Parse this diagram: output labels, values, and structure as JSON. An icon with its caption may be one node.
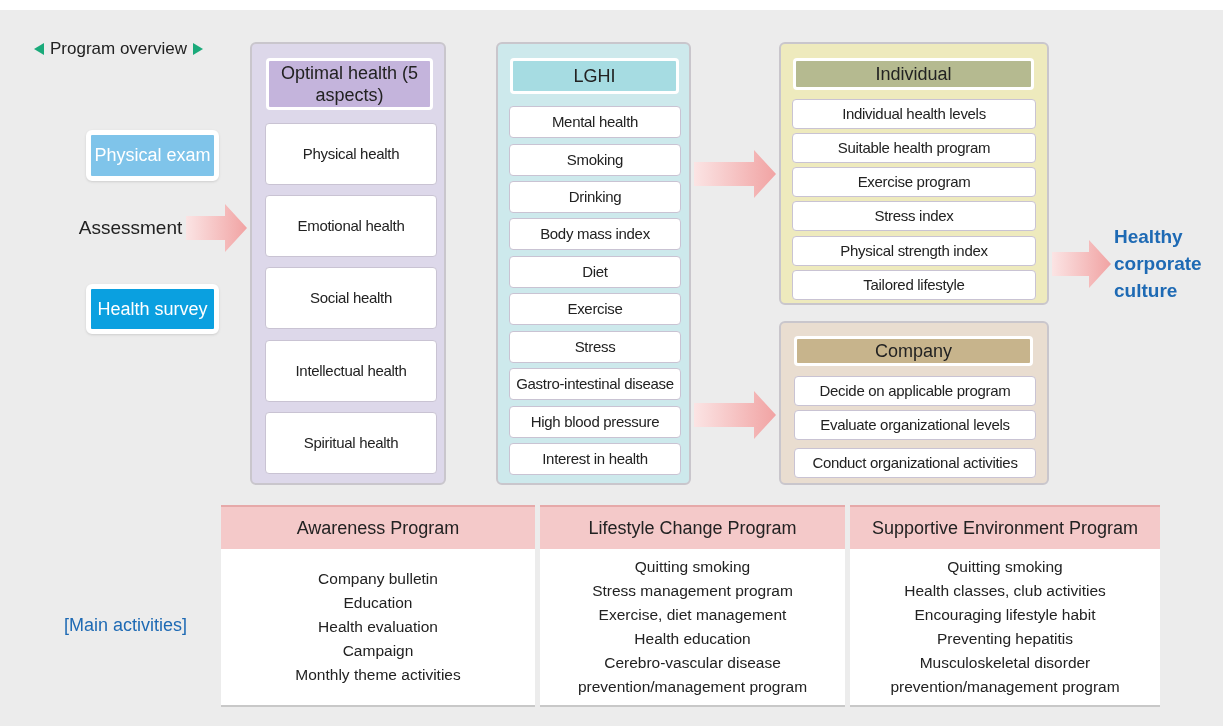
{
  "diagram": {
    "title": "Program overview",
    "nodes": [
      {
        "text": [
          "Physical exam"
        ]
      },
      {
        "text": [
          "Assessment"
        ]
      },
      {
        "text": [
          "Health survey"
        ]
      },
      {
        "text": [
          "Optimal health (5 aspects)"
        ]
      },
      {
        "text": [
          "Physical health"
        ],
        "in": 3
      },
      {
        "text": [
          "Emotional health"
        ],
        "in": 3
      },
      {
        "text": [
          "Social health"
        ],
        "in": 3
      },
      {
        "text": [
          "Intellectual health"
        ],
        "in": 3
      },
      {
        "text": [
          "Spiritual health"
        ],
        "in": 3
      },
      {
        "text": [
          "LGHI"
        ]
      },
      {
        "text": [
          "Mental health"
        ],
        "in": 9
      },
      {
        "text": [
          "Smoking"
        ],
        "in": 9
      },
      {
        "text": [
          "Drinking"
        ],
        "in": 9
      },
      {
        "text": [
          "Body mass index"
        ],
        "in": 9
      },
      {
        "text": [
          "Diet"
        ],
        "in": 9
      },
      {
        "text": [
          "Exercise"
        ],
        "in": 9
      },
      {
        "text": [
          "Stress"
        ],
        "in": 9
      },
      {
        "text": [
          "Gastro-intestinal disease"
        ],
        "in": 9
      },
      {
        "text": [
          "High blood pressure"
        ],
        "in": 9
      },
      {
        "text": [
          "Interest in health"
        ],
        "in": 9
      },
      {
        "text": [
          "Individual"
        ]
      },
      {
        "text": [
          "Individual health levels"
        ],
        "in": 20
      },
      {
        "text": [
          "Suitable health program"
        ],
        "in": 20
      },
      {
        "text": [
          "Exercise program"
        ],
        "in": 20
      },
      {
        "text": [
          "Stress index"
        ],
        "in": 20
      },
      {
        "text": [
          "Physical strength index"
        ],
        "in": 20
      },
      {
        "text": [
          "Tailored lifestyle"
        ],
        "in": 20
      },
      {
        "text": [
          "Company"
        ]
      },
      {
        "text": [
          "Decide on applicable program"
        ],
        "in": 27
      },
      {
        "text": [
          "Evaluate organizational levels"
        ],
        "in": 27
      },
      {
        "text": [
          "Conduct organizational activities"
        ],
        "in": 27
      },
      {
        "text": [
          "Healthy corporate culture"
        ]
      },
      {
        "text": [
          "Awareness Program",
          "Company bulletin",
          "Education",
          "Health evaluation",
          "Campaign",
          "Monthly theme activities"
        ]
      },
      {
        "text": [
          "Lifestyle Change Program",
          "Quitting smoking",
          "Stress management program",
          "Exercise, diet management",
          "Health education",
          "Cerebro-vascular disease prevention/management program"
        ]
      },
      {
        "text": [
          "Supportive Environment Program",
          "Quitting smoking",
          "Health classes, club activities",
          "Encouraging lifestyle habit",
          "Preventing hepatitis",
          "Musculoskeletal disorder prevention/management program"
        ]
      }
    ],
    "edges": [
      {
        "from": 1,
        "to": 3,
        "arrow": "to"
      },
      {
        "from": 9,
        "to": 20,
        "arrow": "to"
      },
      {
        "from": 9,
        "to": 27,
        "arrow": "to"
      },
      {
        "from": 20,
        "to": 31,
        "arrow": "to"
      }
    ],
    "labels": [
      "[Main activities]"
    ]
  }
}
